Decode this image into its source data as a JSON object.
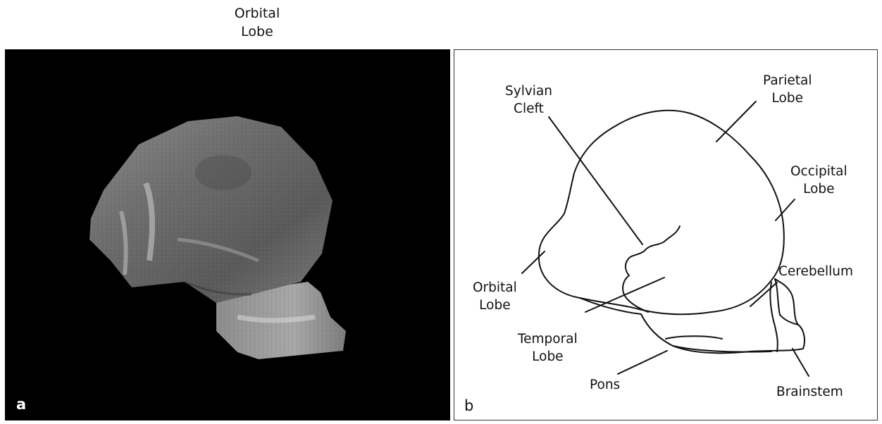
{
  "top_caption": {
    "line1": "Orbital",
    "line2": "Lobe"
  },
  "panel_a": {
    "letter": "a"
  },
  "panel_b": {
    "letter": "b",
    "labels": {
      "sylvian": {
        "line1": "Sylvian",
        "line2": "Cleft"
      },
      "parietal": {
        "line1": "Parietal",
        "line2": "Lobe"
      },
      "occipital": {
        "line1": "Occipital",
        "line2": "Lobe"
      },
      "orbital": {
        "line1": "Orbital",
        "line2": "Lobe"
      },
      "cerebellum": {
        "line1": "Cerebellum"
      },
      "temporal": {
        "line1": "Temporal",
        "line2": "Lobe"
      },
      "pons": {
        "line1": "Pons"
      },
      "brainstem": {
        "line1": "Brainstem"
      }
    }
  }
}
